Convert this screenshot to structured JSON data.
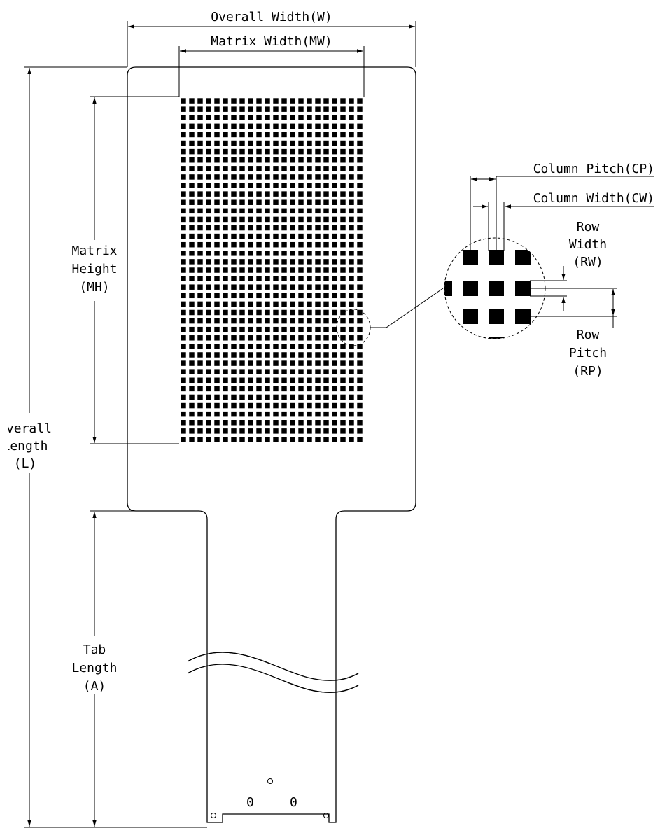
{
  "labels": {
    "overall_width": "Overall Width(W)",
    "matrix_width": "Matrix Width(MW)",
    "matrix_height_1": "Matrix",
    "matrix_height_2": "Height",
    "matrix_height_3": "(MH)",
    "overall_length_1": "Overall",
    "overall_length_2": "Length",
    "overall_length_3": "(L)",
    "tab_length_1": "Tab",
    "tab_length_2": "Length",
    "tab_length_3": "(A)",
    "column_pitch": "Column Pitch(CP)",
    "column_width": "Column Width(CW)",
    "row_width_1": "Row",
    "row_width_2": "Width",
    "row_width_3": "(RW)",
    "row_pitch_1": "Row",
    "row_pitch_2": "Pitch",
    "row_pitch_3": "(RP)",
    "connector_mark_1": "0",
    "connector_mark_2": "0"
  },
  "matrix": {
    "columns": 22,
    "rows": 41
  },
  "colors": {
    "ink": "#000000",
    "background": "#ffffff"
  }
}
